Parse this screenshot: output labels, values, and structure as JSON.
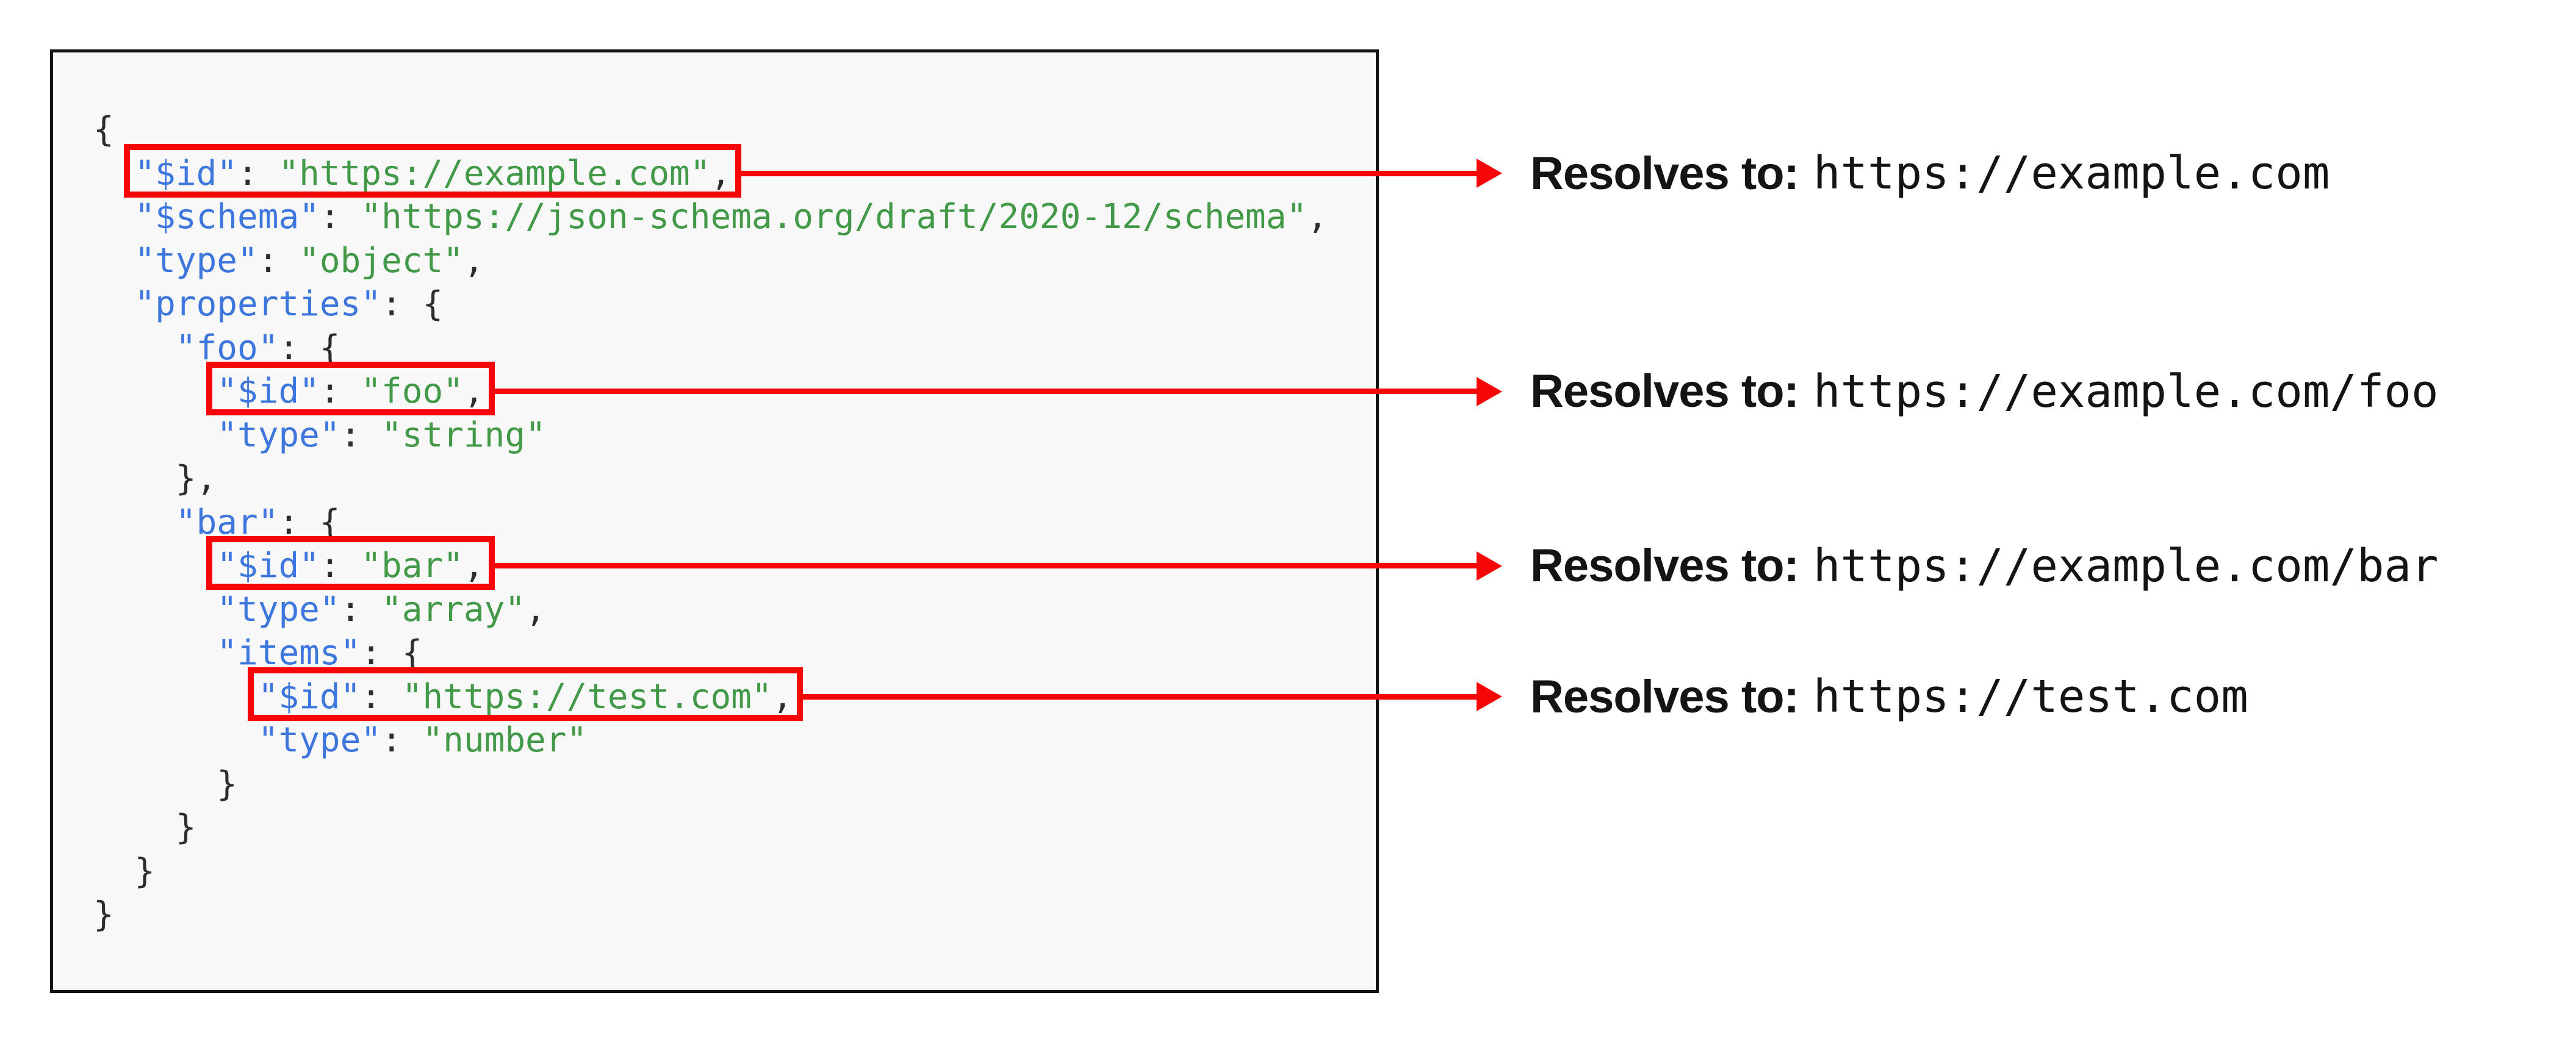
{
  "code_panel": {
    "highlighted_lines": [
      2,
      7,
      11,
      14
    ],
    "lines": [
      [
        {
          "t": "{",
          "c": "pun"
        }
      ],
      [
        {
          "t": "  ",
          "c": "pun"
        },
        {
          "t": "\"$id\"",
          "c": "key"
        },
        {
          "t": ": ",
          "c": "pun"
        },
        {
          "t": "\"https://example.com\"",
          "c": "str"
        },
        {
          "t": ",",
          "c": "pun"
        }
      ],
      [
        {
          "t": "  ",
          "c": "pun"
        },
        {
          "t": "\"$schema\"",
          "c": "key"
        },
        {
          "t": ": ",
          "c": "pun"
        },
        {
          "t": "\"https://json-schema.org/draft/2020-12/schema\"",
          "c": "str"
        },
        {
          "t": ",",
          "c": "pun"
        }
      ],
      [
        {
          "t": "  ",
          "c": "pun"
        },
        {
          "t": "\"type\"",
          "c": "key"
        },
        {
          "t": ": ",
          "c": "pun"
        },
        {
          "t": "\"object\"",
          "c": "str"
        },
        {
          "t": ",",
          "c": "pun"
        }
      ],
      [
        {
          "t": "  ",
          "c": "pun"
        },
        {
          "t": "\"properties\"",
          "c": "key"
        },
        {
          "t": ": {",
          "c": "pun"
        }
      ],
      [
        {
          "t": "    ",
          "c": "pun"
        },
        {
          "t": "\"foo\"",
          "c": "key"
        },
        {
          "t": ": {",
          "c": "pun"
        }
      ],
      [
        {
          "t": "      ",
          "c": "pun"
        },
        {
          "t": "\"$id\"",
          "c": "key"
        },
        {
          "t": ": ",
          "c": "pun"
        },
        {
          "t": "\"foo\"",
          "c": "str"
        },
        {
          "t": ",",
          "c": "pun"
        }
      ],
      [
        {
          "t": "      ",
          "c": "pun"
        },
        {
          "t": "\"type\"",
          "c": "key"
        },
        {
          "t": ": ",
          "c": "pun"
        },
        {
          "t": "\"string\"",
          "c": "str"
        }
      ],
      [
        {
          "t": "    },",
          "c": "pun"
        }
      ],
      [
        {
          "t": "    ",
          "c": "pun"
        },
        {
          "t": "\"bar\"",
          "c": "key"
        },
        {
          "t": ": {",
          "c": "pun"
        }
      ],
      [
        {
          "t": "      ",
          "c": "pun"
        },
        {
          "t": "\"$id\"",
          "c": "key"
        },
        {
          "t": ": ",
          "c": "pun"
        },
        {
          "t": "\"bar\"",
          "c": "str"
        },
        {
          "t": ",",
          "c": "pun"
        }
      ],
      [
        {
          "t": "      ",
          "c": "pun"
        },
        {
          "t": "\"type\"",
          "c": "key"
        },
        {
          "t": ": ",
          "c": "pun"
        },
        {
          "t": "\"array\"",
          "c": "str"
        },
        {
          "t": ",",
          "c": "pun"
        }
      ],
      [
        {
          "t": "      ",
          "c": "pun"
        },
        {
          "t": "\"items\"",
          "c": "key"
        },
        {
          "t": ": {",
          "c": "pun"
        }
      ],
      [
        {
          "t": "        ",
          "c": "pun"
        },
        {
          "t": "\"$id\"",
          "c": "key"
        },
        {
          "t": ": ",
          "c": "pun"
        },
        {
          "t": "\"https://test.com\"",
          "c": "str"
        },
        {
          "t": ",",
          "c": "pun"
        }
      ],
      [
        {
          "t": "        ",
          "c": "pun"
        },
        {
          "t": "\"type\"",
          "c": "key"
        },
        {
          "t": ": ",
          "c": "pun"
        },
        {
          "t": "\"number\"",
          "c": "str"
        }
      ],
      [
        {
          "t": "      }",
          "c": "pun"
        }
      ],
      [
        {
          "t": "    }",
          "c": "pun"
        }
      ],
      [
        {
          "t": "  }",
          "c": "pun"
        }
      ],
      [
        {
          "t": "}",
          "c": "pun"
        }
      ]
    ]
  },
  "annotations": [
    {
      "label": "Resolves to:",
      "url": "https://example.com"
    },
    {
      "label": "Resolves to:",
      "url": "https://example.com/foo"
    },
    {
      "label": "Resolves to:",
      "url": "https://example.com/bar"
    },
    {
      "label": "Resolves to:",
      "url": "https://test.com"
    }
  ],
  "icons": {
    "arrowhead": "triangle-right"
  },
  "colors": {
    "key": "#3d76dd",
    "string": "#429a48",
    "punctuation": "#2d2d30",
    "accent_red": "#f60606",
    "panel_bg": "#f8f8f8",
    "panel_border": "#141414",
    "text": "#141414"
  }
}
